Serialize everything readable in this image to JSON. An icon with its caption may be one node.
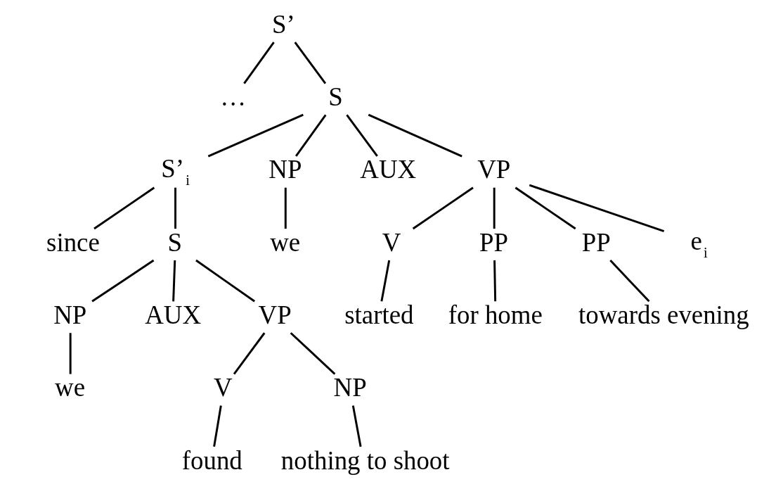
{
  "diagram": {
    "nodes": [
      {
        "text": [
          "S’"
        ]
      },
      {
        "text": [
          "…"
        ]
      },
      {
        "text": [
          "S"
        ]
      },
      {
        "text": [
          "S’$_{i}$"
        ]
      },
      {
        "text": [
          "since"
        ]
      },
      {
        "text": [
          "S"
        ]
      },
      {
        "text": [
          "NP"
        ]
      },
      {
        "text": [
          "AUX"
        ]
      },
      {
        "text": [
          "VP"
        ]
      },
      {
        "text": [
          "we"
        ]
      },
      {
        "text": [
          "V"
        ]
      },
      {
        "text": [
          "PP"
        ]
      },
      {
        "text": [
          "PP"
        ]
      },
      {
        "text": [
          "e$_{i}$"
        ]
      },
      {
        "text": [
          "NP"
        ]
      },
      {
        "text": [
          "AUX"
        ]
      },
      {
        "text": [
          "VP"
        ]
      },
      {
        "text": [
          "started"
        ]
      },
      {
        "text": [
          "for home"
        ]
      },
      {
        "text": [
          "towards evening"
        ]
      },
      {
        "text": [
          "we"
        ]
      },
      {
        "text": [
          "V"
        ]
      },
      {
        "text": [
          "NP"
        ]
      },
      {
        "text": [
          "found"
        ]
      },
      {
        "text": [
          "nothing to shoot"
        ]
      }
    ],
    "edges": [
      {
        "from": 0,
        "to": 1,
        "arrow": "none"
      },
      {
        "from": 0,
        "to": 2,
        "arrow": "none"
      },
      {
        "from": 2,
        "to": 3,
        "arrow": "none"
      },
      {
        "from": 2,
        "to": 6,
        "arrow": "none"
      },
      {
        "from": 2,
        "to": 7,
        "arrow": "none"
      },
      {
        "from": 2,
        "to": 8,
        "arrow": "none"
      },
      {
        "from": 3,
        "to": 4,
        "arrow": "none"
      },
      {
        "from": 3,
        "to": 5,
        "arrow": "none"
      },
      {
        "from": 5,
        "to": 14,
        "arrow": "none"
      },
      {
        "from": 5,
        "to": 15,
        "arrow": "none"
      },
      {
        "from": 5,
        "to": 16,
        "arrow": "none"
      },
      {
        "from": 6,
        "to": 9,
        "arrow": "none"
      },
      {
        "from": 8,
        "to": 10,
        "arrow": "none"
      },
      {
        "from": 8,
        "to": 11,
        "arrow": "none"
      },
      {
        "from": 8,
        "to": 12,
        "arrow": "none"
      },
      {
        "from": 8,
        "to": 13,
        "arrow": "none"
      },
      {
        "from": 10,
        "to": 17,
        "arrow": "none"
      },
      {
        "from": 11,
        "to": 18,
        "arrow": "none"
      },
      {
        "from": 12,
        "to": 19,
        "arrow": "none"
      },
      {
        "from": 14,
        "to": 20,
        "arrow": "none"
      },
      {
        "from": 16,
        "to": 21,
        "arrow": "none"
      },
      {
        "from": 16,
        "to": 22,
        "arrow": "none"
      },
      {
        "from": 21,
        "to": 23,
        "arrow": "none"
      },
      {
        "from": 22,
        "to": 24,
        "arrow": "none"
      }
    ]
  }
}
